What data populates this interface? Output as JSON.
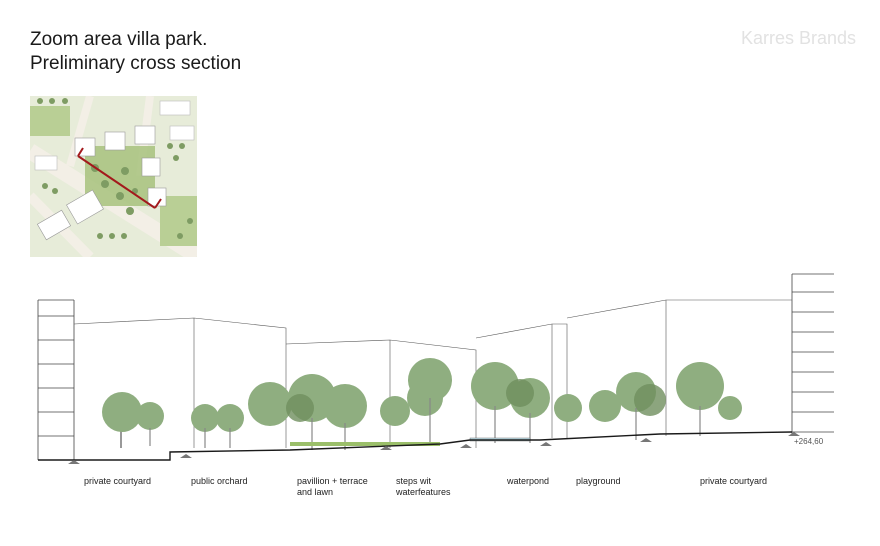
{
  "header": {
    "title_line1": "Zoom area villa park.",
    "title_line2": "Preliminary cross section",
    "brand": "Karres Brands"
  },
  "key_map": {
    "section_line_color": "#a3191c"
  },
  "section": {
    "zones": [
      "private courtyard",
      "public orchard",
      "pavillion + terrace\nand lawn",
      "steps wit\nwaterfeatures",
      "waterpond",
      "playground",
      "private courtyard"
    ],
    "level_right": "+264,60",
    "colors": {
      "tree": "#8fae80",
      "tree_dark": "#6f8f5e",
      "ground": "#1a1a1a",
      "lawn": "#9bbf6a",
      "water": "#bfe0ea"
    }
  }
}
